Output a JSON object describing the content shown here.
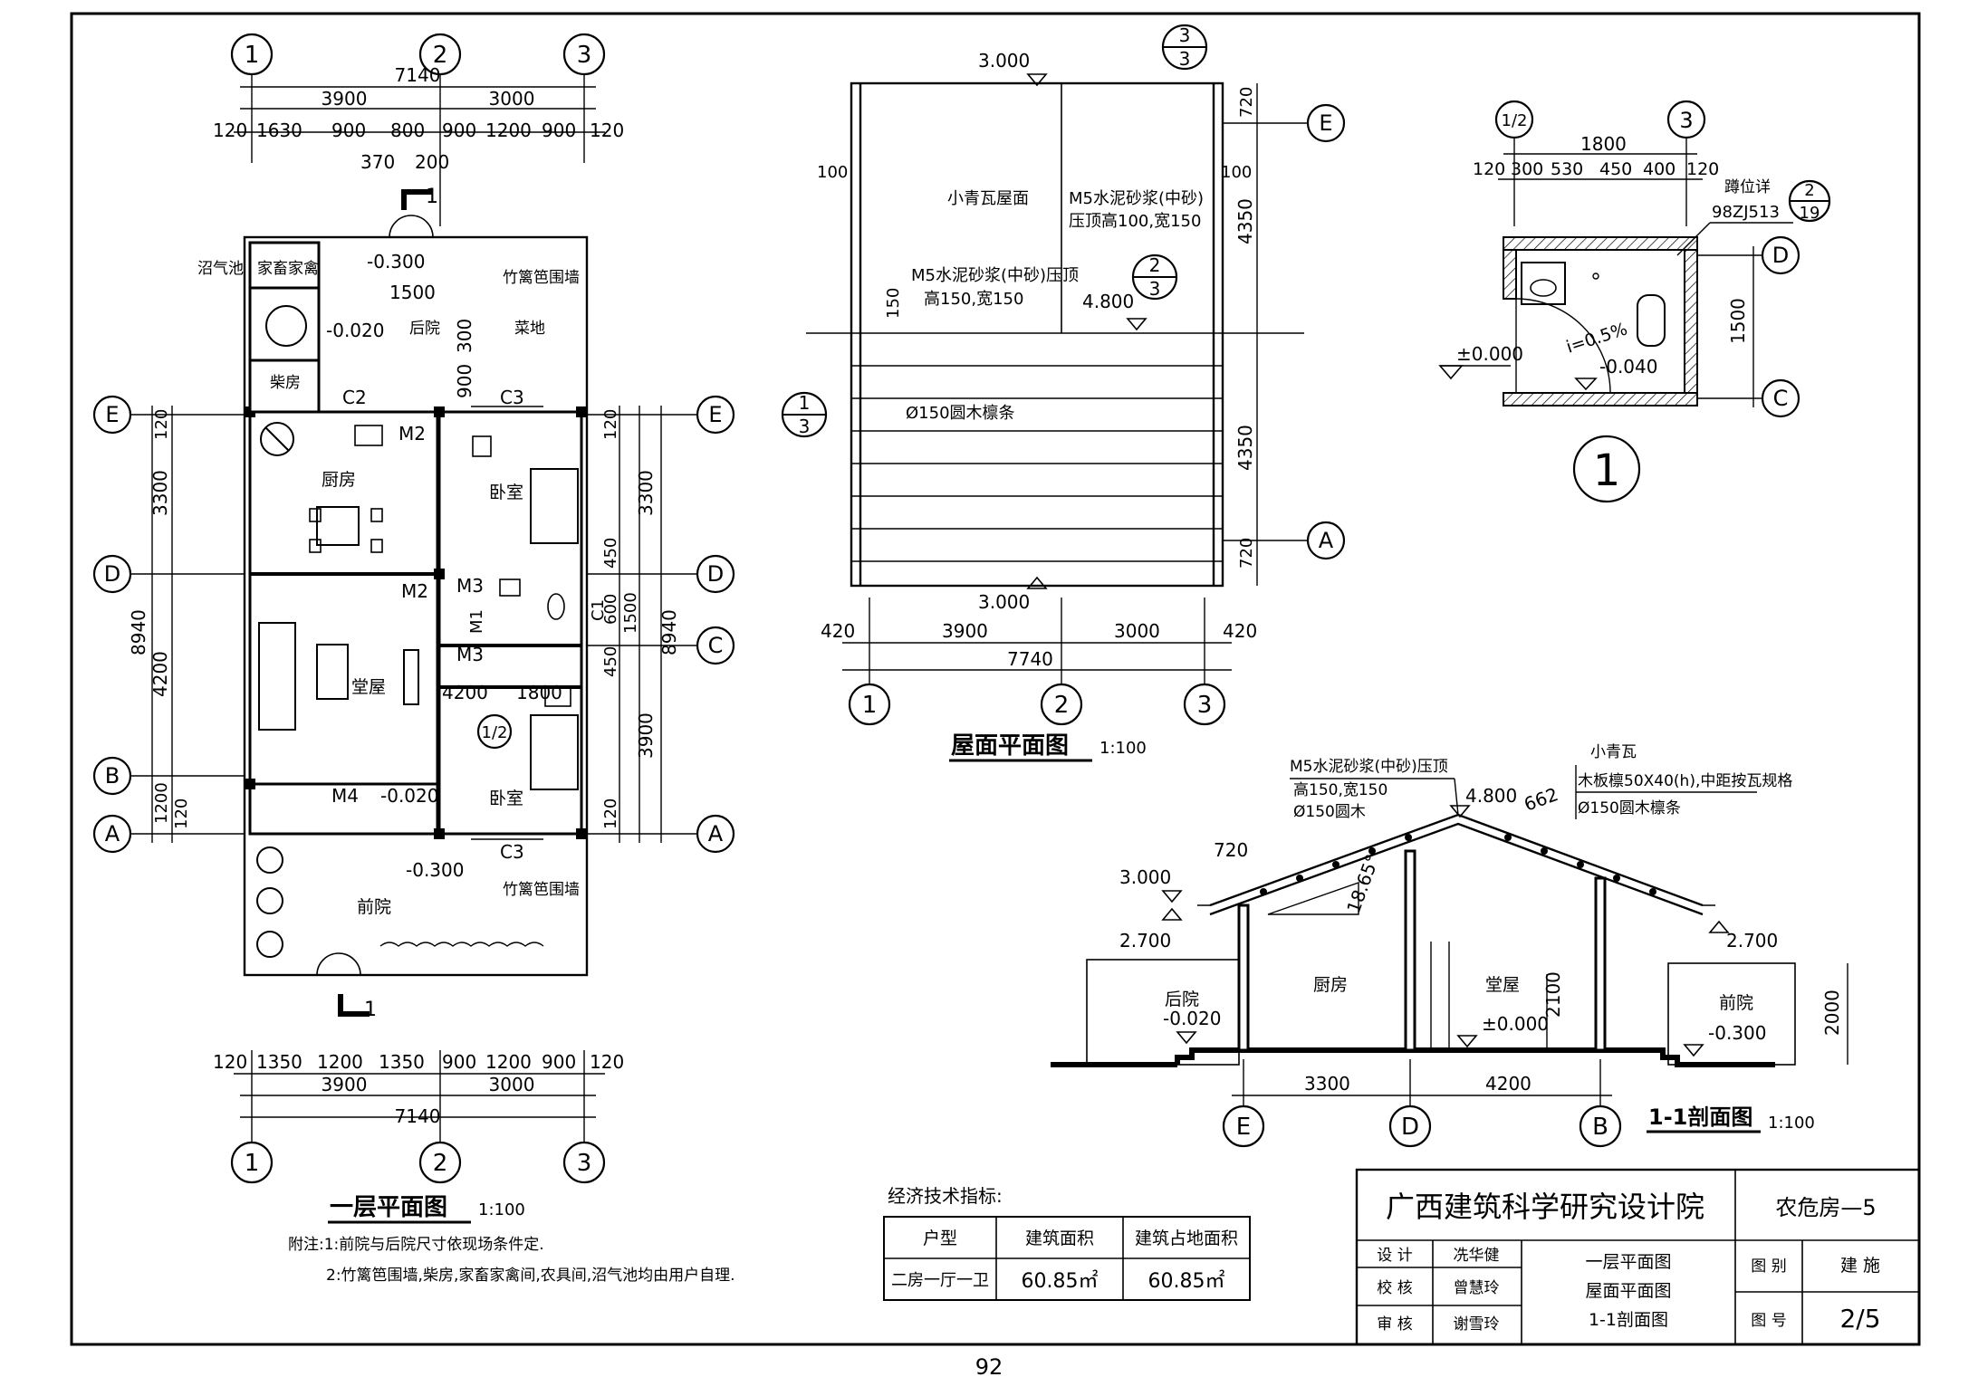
{
  "sheet": {
    "page_number": "92",
    "institute": "广西建筑科学研究设计院",
    "project_code": "农危房—5",
    "drawing_category_label": "图 别",
    "drawing_category": "建 施",
    "drawing_number_label": "图 号",
    "drawing_number": "2/5",
    "drawing_titles": [
      "一层平面图",
      "屋面平面图",
      "1-1剖面图"
    ],
    "signatures": [
      {
        "role": "设 计",
        "name": "冼华健"
      },
      {
        "role": "校 核",
        "name": "曾慧玲"
      },
      {
        "role": "审 核",
        "name": "谢雪玲"
      }
    ]
  },
  "indicators": {
    "title": "经济技术指标:",
    "headers": [
      "户型",
      "建筑面积",
      "建筑占地面积"
    ],
    "rows": [
      [
        "二房一厅一卫",
        "60.85㎡",
        "60.85㎡"
      ]
    ]
  },
  "notes": {
    "line1": "附注:1:前院与后院尺寸依现场条件定.",
    "line2": "2:竹篱笆围墙,柴房,家畜家禽间,农具间,沼气池均由用户自理."
  },
  "floor_plan": {
    "title": "一层平面图",
    "scale": "1:100",
    "axes_top": [
      "1",
      "2",
      "3"
    ],
    "axes_left": [
      "E",
      "D",
      "B",
      "A"
    ],
    "axes_right": [
      "E",
      "D",
      "C",
      "A"
    ],
    "dims_top_total": "7140",
    "dims_top_mid": [
      "3900",
      "3000"
    ],
    "dims_top_detail": [
      "120",
      "1630",
      "900",
      "800",
      "900",
      "1200",
      "900",
      "120"
    ],
    "dims_top_extra": [
      "370",
      "200"
    ],
    "dims_bottom_detail": [
      "120",
      "1350",
      "1200",
      "1350",
      "900",
      "1200",
      "900",
      "120"
    ],
    "dims_bottom_mid": [
      "3900",
      "3000"
    ],
    "dims_bottom_total": "7140",
    "dims_left": [
      "120",
      "3300",
      "4200",
      "1200",
      "120",
      "8940"
    ],
    "dims_right": [
      "120",
      "3300",
      "450",
      "600",
      "1500",
      "450",
      "3900",
      "120",
      "8940"
    ],
    "rooms": {
      "biogas": "沼气池",
      "livestock": "家畜家禽",
      "woodshed": "柴房",
      "backyard": "后院",
      "vegetable": "菜地",
      "bamboo_fence_top": "竹篱笆围墙",
      "kitchen": "厨房",
      "bedroom1": "卧室",
      "hall": "堂屋",
      "bedroom2": "卧室",
      "front_yard": "前院",
      "bamboo_fence_bottom": "竹篱笆围墙"
    },
    "levels": [
      "-0.300",
      "-0.020",
      "-0.020",
      "-0.300"
    ],
    "labels": [
      "1500",
      "300",
      "900",
      "C2",
      "C3",
      "M2",
      "M2",
      "M3",
      "M3",
      "M1",
      "C1",
      "M4",
      "C3",
      "4200",
      "1800",
      "1/2"
    ],
    "section_marks": [
      "1",
      "1"
    ]
  },
  "roof_plan": {
    "title": "屋面平面图",
    "scale": "1:100",
    "axes_bottom": [
      "1",
      "2",
      "3"
    ],
    "axes_right": [
      "E",
      "A"
    ],
    "dims_bottom": [
      "420",
      "3900",
      "3000",
      "420"
    ],
    "dims_bottom_total": "7740",
    "dims_right": [
      "720",
      "4350",
      "4350",
      "720"
    ],
    "dims_left": [
      "100",
      "150"
    ],
    "dims_right_extra": "100",
    "levels": [
      "3.000",
      "4.800",
      "3.000"
    ],
    "callouts": [
      "小青瓦屋面",
      "M5水泥砂浆(中砂)",
      "压顶高100,宽150",
      "M5水泥砂浆(中砂)压顶",
      "高150,宽150",
      "Ø150圆木檩条"
    ],
    "detail_marks": [
      {
        "top": "3",
        "bottom": "3"
      },
      {
        "top": "2",
        "bottom": "3"
      },
      {
        "top": "1",
        "bottom": "3"
      }
    ]
  },
  "toilet_detail": {
    "number": "1",
    "axes_top": [
      "1/2",
      "3"
    ],
    "axes_right": [
      "D",
      "C"
    ],
    "dims_top_total": "1800",
    "dims_top_detail": [
      "120",
      "300",
      "530",
      "450",
      "400",
      "120"
    ],
    "dim_right": "1500",
    "reference": "蹲位详",
    "reference_code": "98ZJ513",
    "reference_mark": {
      "top": "2",
      "bottom": "19"
    },
    "levels": [
      "±0.000",
      "-0.040"
    ],
    "slope": "i=0.5%"
  },
  "section": {
    "title": "1-1剖面图",
    "scale": "1:100",
    "axes_bottom": [
      "E",
      "D",
      "B"
    ],
    "dims_bottom": [
      "3300",
      "4200"
    ],
    "callout_left": [
      "M5水泥砂浆(中砂)压顶",
      "高150,宽150",
      "Ø150圆木"
    ],
    "callout_right": [
      "小青瓦",
      "木板檩50X40(h),中距按瓦规格",
      "Ø150圆木檩条"
    ],
    "levels": [
      "4.800",
      "3.000",
      "2.700",
      "2.700",
      "-0.020",
      "±0.000",
      "-0.300"
    ],
    "dims": [
      "720",
      "662",
      "18.65°",
      "2100",
      "2000"
    ],
    "rooms": [
      "后院",
      "厨房",
      "堂屋",
      "前院"
    ]
  }
}
